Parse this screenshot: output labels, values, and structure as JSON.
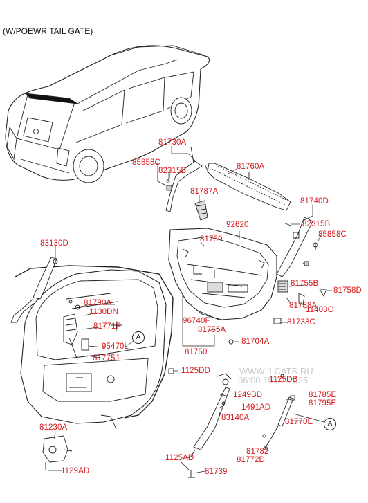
{
  "header": "(W/POEWR TAIL GATE)",
  "watermark": {
    "site": "WWW.ILCATS.RU",
    "time": "06:00 15.07.2025"
  },
  "callout_letter": "A",
  "colors": {
    "label": "#d6191c",
    "line": "#222222"
  },
  "parts": {
    "p81730A": "81730A",
    "p85858C_l": "85858C",
    "p82315B_l": "82315B",
    "p81760A": "81760A",
    "p81787A": "81787A",
    "p81740D": "81740D",
    "p82315B_r": "82315B",
    "p85858C_r": "85858C",
    "p92620": "92620",
    "p81750_top": "81750",
    "p83130D": "83130D",
    "p81755B": "81755B",
    "p81758D": "81758D",
    "p81788A": "81788A",
    "p11403C": "11403C",
    "p81790A": "81790A",
    "p1130DN": "1130DN",
    "p81771F": "81771F",
    "p96740F": "96740F",
    "p81738C": "81738C",
    "p81755A": "81755A",
    "p81704A": "81704A",
    "p95470L": "95470L",
    "p81775J": "81775J",
    "p81750_bot": "81750",
    "p1125DD": "1125DD",
    "p1125DB": "1125DB",
    "p1249BD": "1249BD",
    "p81785E": "81785E",
    "p81795E": "81795E",
    "p1491AD": "1491AD",
    "p83140A": "83140A",
    "p81770E": "81770E",
    "p81230A": "81230A",
    "p81782": "81782",
    "p81772D": "81772D",
    "p1125AD": "1125AD",
    "p81739": "81739",
    "p1129AD": "1129AD"
  }
}
